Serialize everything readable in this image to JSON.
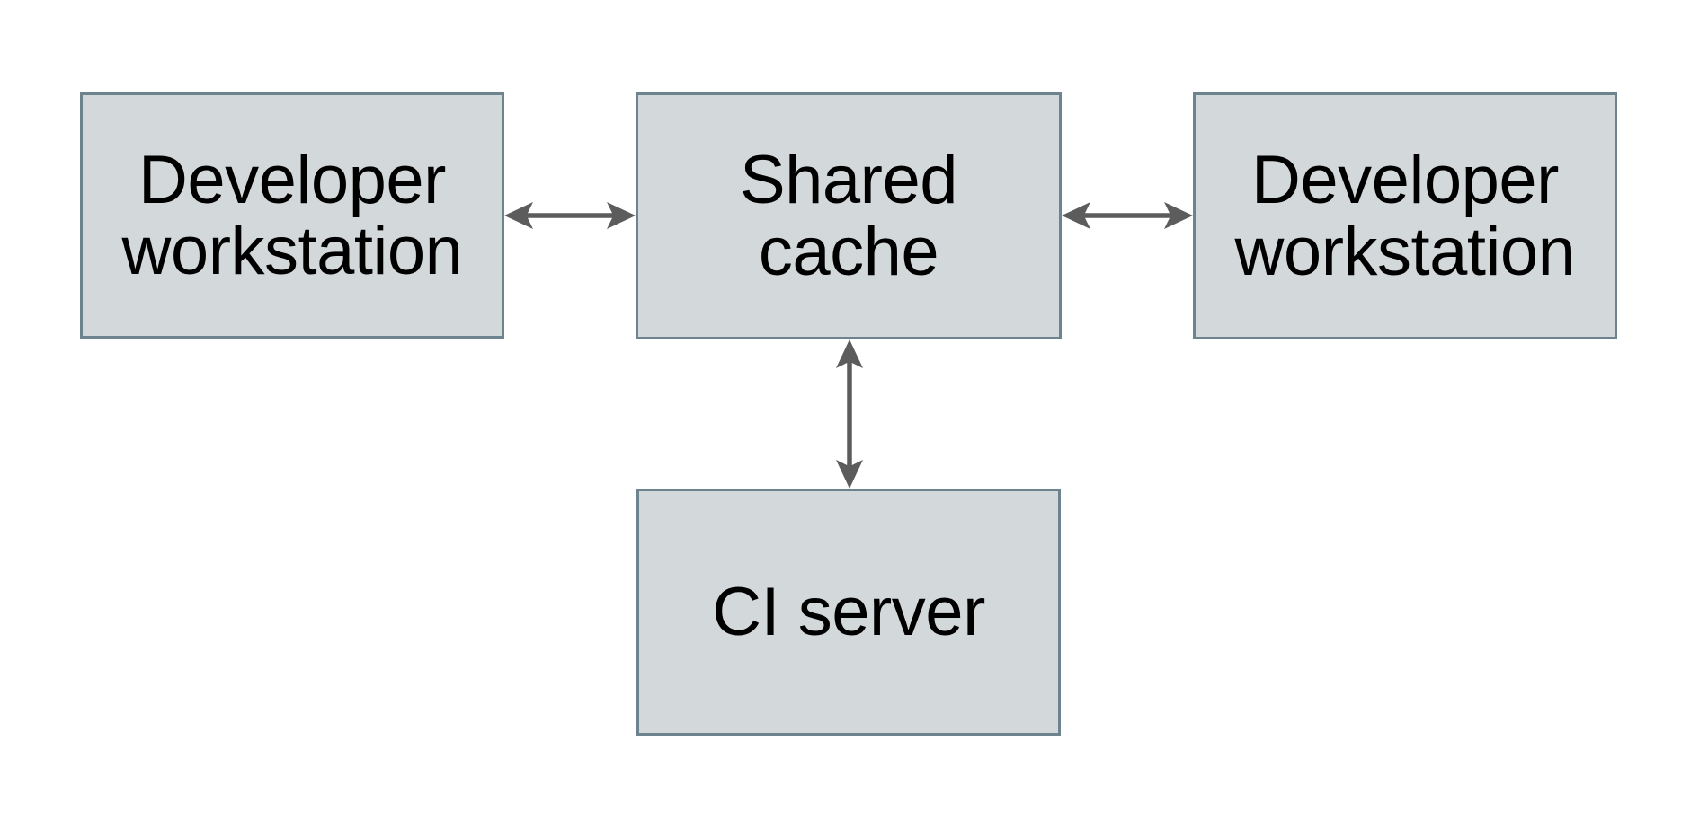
{
  "diagram": {
    "colors": {
      "background": "#ffffff",
      "node_fill": "#d3d9da",
      "node_border": "#6d838d",
      "arrow": "#5c5c5c",
      "text": "#000000"
    },
    "nodes": [
      {
        "id": "developer-workstation-left",
        "label": "Developer\nworkstation"
      },
      {
        "id": "shared-cache",
        "label": "Shared\ncache"
      },
      {
        "id": "developer-workstation-right",
        "label": "Developer\nworkstation"
      },
      {
        "id": "ci-server",
        "label": "CI server"
      }
    ],
    "edges": [
      {
        "from": "developer-workstation-left",
        "to": "shared-cache",
        "type": "bidirectional"
      },
      {
        "from": "shared-cache",
        "to": "developer-workstation-right",
        "type": "bidirectional"
      },
      {
        "from": "shared-cache",
        "to": "ci-server",
        "type": "bidirectional"
      }
    ]
  }
}
